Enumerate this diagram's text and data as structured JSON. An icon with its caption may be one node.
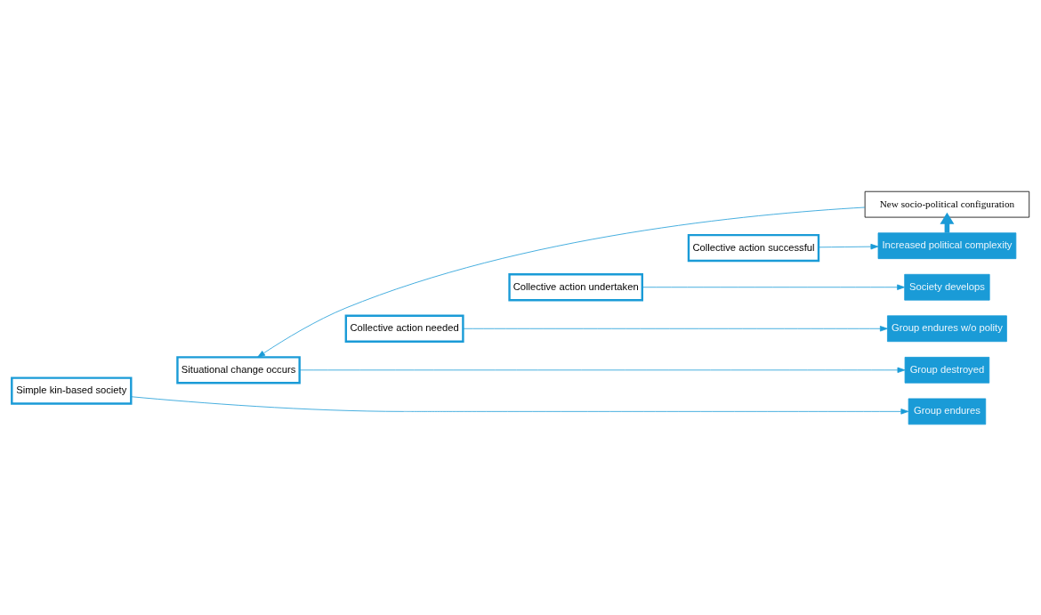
{
  "diagram": {
    "nodes": [
      {
        "text": [
          "New socio-political configuration"
        ]
      },
      {
        "text": [
          "Simple kin-based society"
        ]
      },
      {
        "text": [
          "Situational change occurs"
        ]
      },
      {
        "text": [
          "Collective action needed"
        ]
      },
      {
        "text": [
          "Collective action undertaken"
        ]
      },
      {
        "text": [
          "Collective action successful"
        ]
      },
      {
        "text": [
          "Increased political complexity"
        ]
      },
      {
        "text": [
          "Society develops"
        ]
      },
      {
        "text": [
          "Group endures w/o polity"
        ]
      },
      {
        "text": [
          "Group destroyed"
        ]
      },
      {
        "text": [
          "Group endures"
        ]
      }
    ],
    "edges": [
      {
        "from": 0,
        "to": 2,
        "arrow": "to"
      },
      {
        "from": 1,
        "to": 10,
        "arrow": "to"
      },
      {
        "from": 2,
        "to": 9,
        "arrow": "to"
      },
      {
        "from": 3,
        "to": 8,
        "arrow": "to"
      },
      {
        "from": 4,
        "to": 7,
        "arrow": "to"
      },
      {
        "from": 5,
        "to": 6,
        "arrow": "to"
      },
      {
        "from": 6,
        "to": 0,
        "arrow": "to",
        "style": "thick"
      }
    ]
  }
}
